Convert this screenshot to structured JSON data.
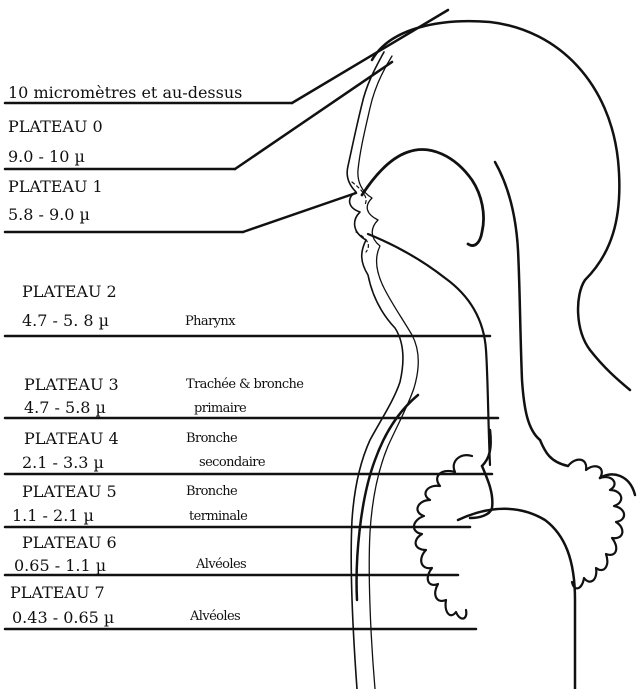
{
  "header": "10 micromètres et au-dessus",
  "stages": [
    {
      "plateau": "PLATEAU 0",
      "range": "9.0 - 10  µ",
      "region": "",
      "region2": ""
    },
    {
      "plateau": "PLATEAU 1",
      "range": "5.8 - 9.0 µ",
      "region": "",
      "region2": ""
    },
    {
      "plateau": "PLATEAU 2",
      "range": "4.7 - 5. 8  µ",
      "region": "Pharynx",
      "region2": ""
    },
    {
      "plateau": "PLATEAU 3",
      "range": "4.7 - 5.8  µ",
      "region": "Trachée & bronche",
      "region2": "primaire"
    },
    {
      "plateau": "PLATEAU 4",
      "range": "2.1 - 3.3  µ",
      "region": "Bronche",
      "region2": "secondaire"
    },
    {
      "plateau": "PLATEAU 5",
      "range": "1.1 - 2.1 µ",
      "region": "Bronche",
      "region2": "terminale"
    },
    {
      "plateau": "PLATEAU 6",
      "range": "0.65 - 1.1 µ",
      "region": "Alvéoles",
      "region2": ""
    },
    {
      "plateau": "PLATEAU 7",
      "range": "0.43 - 0.65  µ",
      "region": "Alvéoles",
      "region2": ""
    }
  ],
  "colors": {
    "ink": "#111111",
    "background": "#ffffff"
  }
}
